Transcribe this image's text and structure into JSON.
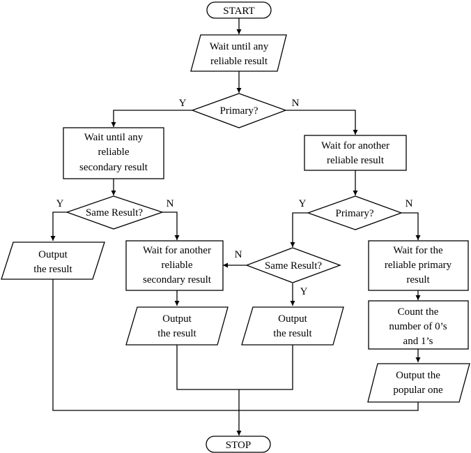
{
  "colors": {
    "line": "#000000",
    "fill": "#ffffff",
    "background": "#ffffff"
  },
  "terminals": {
    "start": "START",
    "stop": "STOP"
  },
  "nodes": {
    "wait_any": [
      "Wait until any",
      "reliable result"
    ],
    "primary_1": "Primary?",
    "wait_secondary": [
      "Wait until any",
      "reliable",
      "secondary result"
    ],
    "wait_another_1": [
      "Wait for another",
      "reliable result"
    ],
    "same_result_1": "Same Result?",
    "primary_2": "Primary?",
    "output_left": [
      "Output",
      "the result"
    ],
    "wait_another_secondary": [
      "Wait for another",
      "reliable",
      "secondary result"
    ],
    "same_result_2": "Same Result?",
    "wait_primary": [
      "Wait for the",
      "reliable primary",
      "result"
    ],
    "output_mid_left": [
      "Output",
      "the result"
    ],
    "output_mid_right": [
      "Output",
      "the result"
    ],
    "count": [
      "Count the",
      "number of 0’s",
      "and 1’s"
    ],
    "output_popular": [
      "Output the",
      "popular one"
    ]
  },
  "branch_labels": {
    "yes": "Y",
    "no": "N"
  }
}
